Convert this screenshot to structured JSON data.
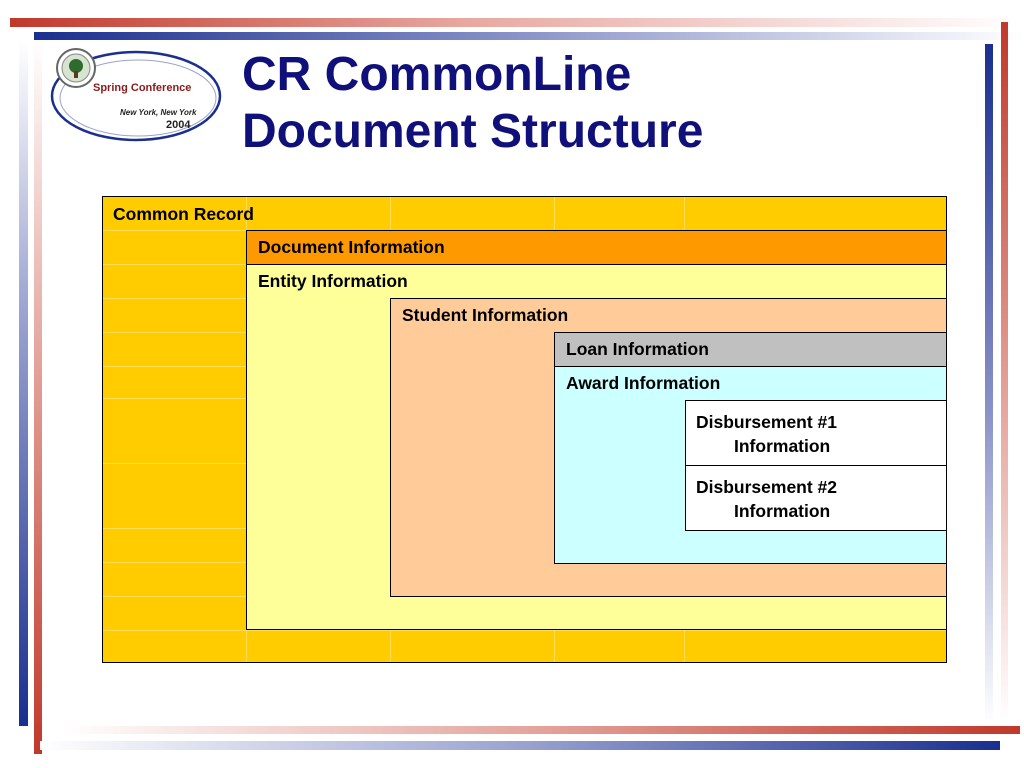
{
  "logo": {
    "name": "Spring Conference",
    "city": "New York, New York",
    "year": "2004"
  },
  "title": {
    "line1": "CR CommonLine",
    "line2": "Document Structure"
  },
  "diagram": {
    "common_record": "Common Record",
    "document_information": "Document Information",
    "entity_information": "Entity Information",
    "student_information": "Student Information",
    "loan_information": "Loan Information",
    "award_information": "Award Information",
    "disbursement_1": {
      "line1": "Disbursement #1",
      "line2": "Information"
    },
    "disbursement_2": {
      "line1": "Disbursement #2",
      "line2": "Information"
    }
  },
  "colors": {
    "common_record": "#ffcc00",
    "document_information": "#ff9900",
    "entity_information": "#ffff99",
    "student_information": "#ffcc99",
    "loan_information": "#c0c0c0",
    "award_information": "#ccffff",
    "disbursement": "#ffffff",
    "title": "#10107a"
  }
}
